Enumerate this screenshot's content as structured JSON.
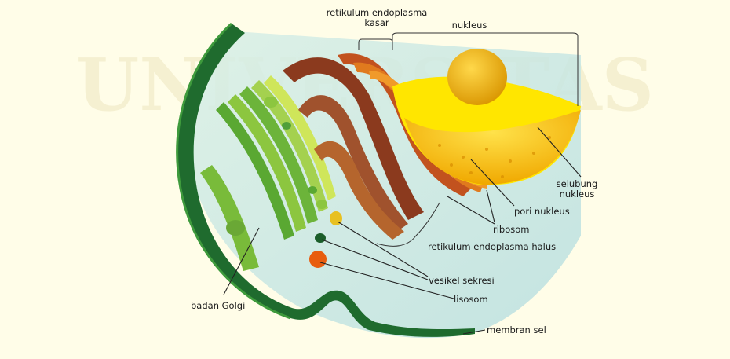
{
  "diagram": {
    "labels": {
      "rer_line1": "retikulum endoplasma",
      "rer_line2": "kasar",
      "nucleus": "nukleus",
      "envelope_line1": "selubung",
      "envelope_line2": "nukleus",
      "pores": "pori nukleus",
      "ribosome": "ribosom",
      "ser": "retikulum endoplasma halus",
      "vesicle": "vesikel sekresi",
      "lysosome": "lisosom",
      "golgi": "badan Golgi",
      "membrane": "membran sel"
    },
    "watermark": "UNIVERSITAS",
    "colors": {
      "background": "#fffde8",
      "watermark": "#eee6c0",
      "membrane_dark": "#1f6b2e",
      "membrane_light": "#3e9a3c",
      "cytoplasm": "#c6e7d8",
      "golgi": "#8cc63f",
      "rough_er": "#a0522d",
      "nucleus": "#f4b400",
      "nucleolus": "#e0a000",
      "lysosome": "#e85d0e"
    }
  }
}
